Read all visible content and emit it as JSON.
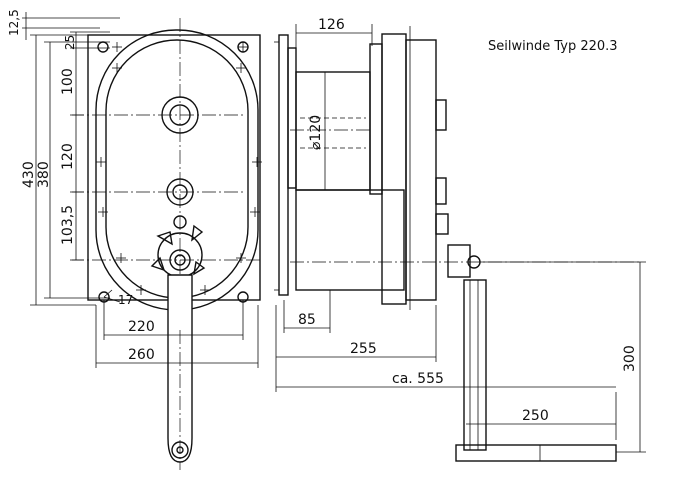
{
  "title": "Seilwinde Typ 220.3",
  "dimensions": {
    "d_12_5": "12,5",
    "d_25": "25",
    "d_100": "100",
    "d_120": "120",
    "d_103_5": "103,5",
    "d_380": "380",
    "d_430": "430",
    "d_17": "17",
    "d_220": "220",
    "d_260": "260",
    "d_126": "126",
    "d_dia120": "⌀120",
    "d_85": "85",
    "d_255": "255",
    "d_ca555": "ca. 555",
    "d_250": "250",
    "d_300": "300"
  }
}
